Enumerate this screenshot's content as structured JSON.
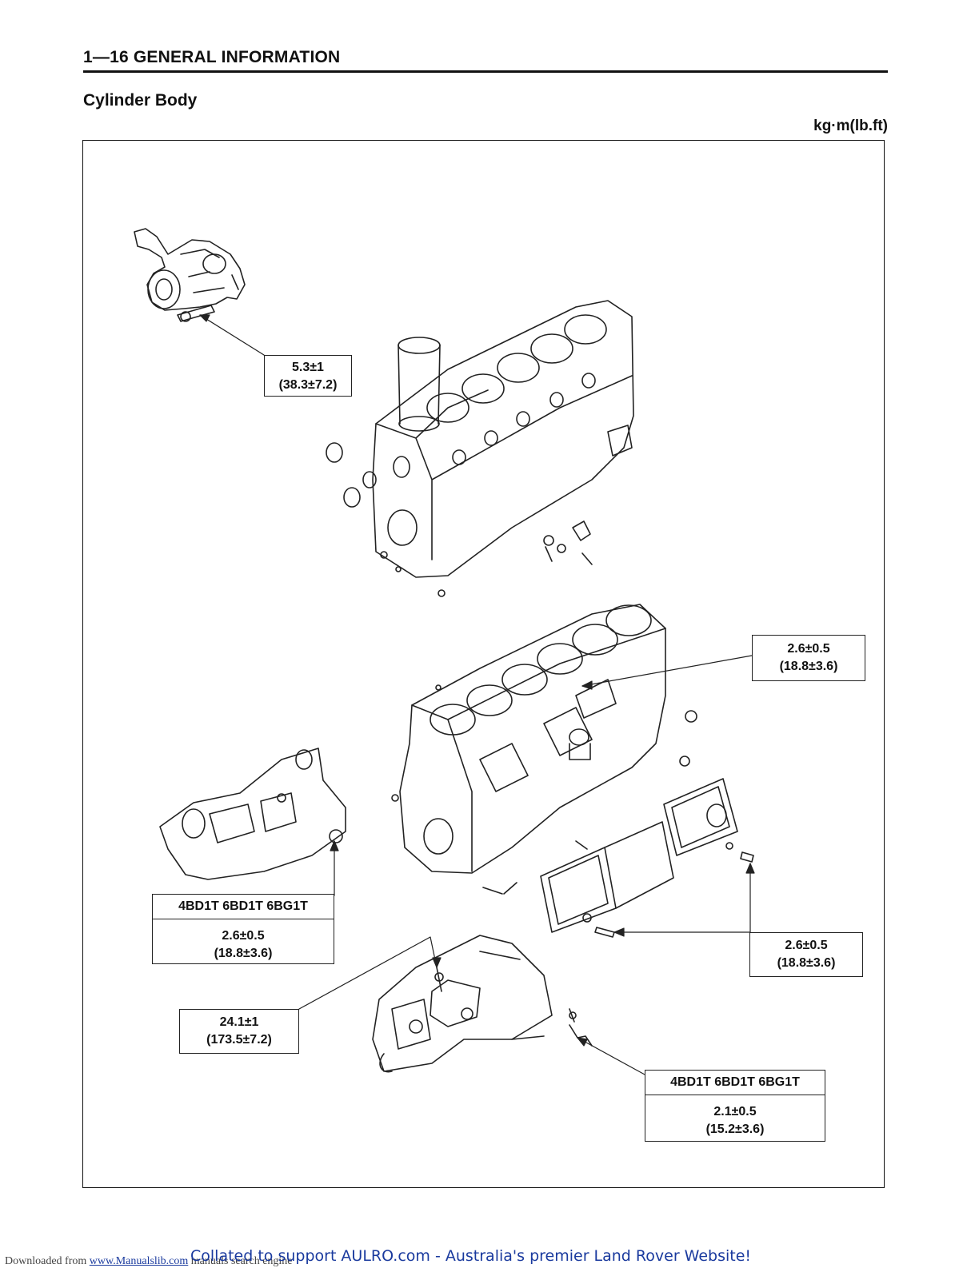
{
  "header": {
    "title": "1—16 GENERAL INFORMATION"
  },
  "section_title": "Cylinder Body",
  "units": "kg·m(lb.ft)",
  "callouts": {
    "water_pump": {
      "line1": "5.3±1",
      "line2": "(38.3±7.2)"
    },
    "upper_right": {
      "line1": "2.6±0.5",
      "line2": "(18.8±3.6)"
    },
    "left_models": {
      "models": "4BD1T 6BD1T 6BG1T",
      "line1": "2.6±0.5",
      "line2": "(18.8±3.6)"
    },
    "lower_right": {
      "line1": "2.6±0.5",
      "line2": "(18.8±3.6)"
    },
    "bearing_cap": {
      "line1": "24.1±1",
      "line2": "(173.5±7.2)"
    },
    "oil_jet": {
      "models": "4BD1T 6BD1T 6BG1T",
      "line1": "2.1±0.5",
      "line2": "(15.2±3.6)"
    }
  },
  "footer": {
    "downloaded_prefix": "Downloaded from",
    "link": "www.Manualslib.com",
    "search_suffix": " manuals search engine",
    "collated": "Collated to support AULRO.com - Australia's premier Land Rover Website!"
  },
  "colors": {
    "ink": "#111111",
    "footer_link": "#1a3a9e"
  }
}
